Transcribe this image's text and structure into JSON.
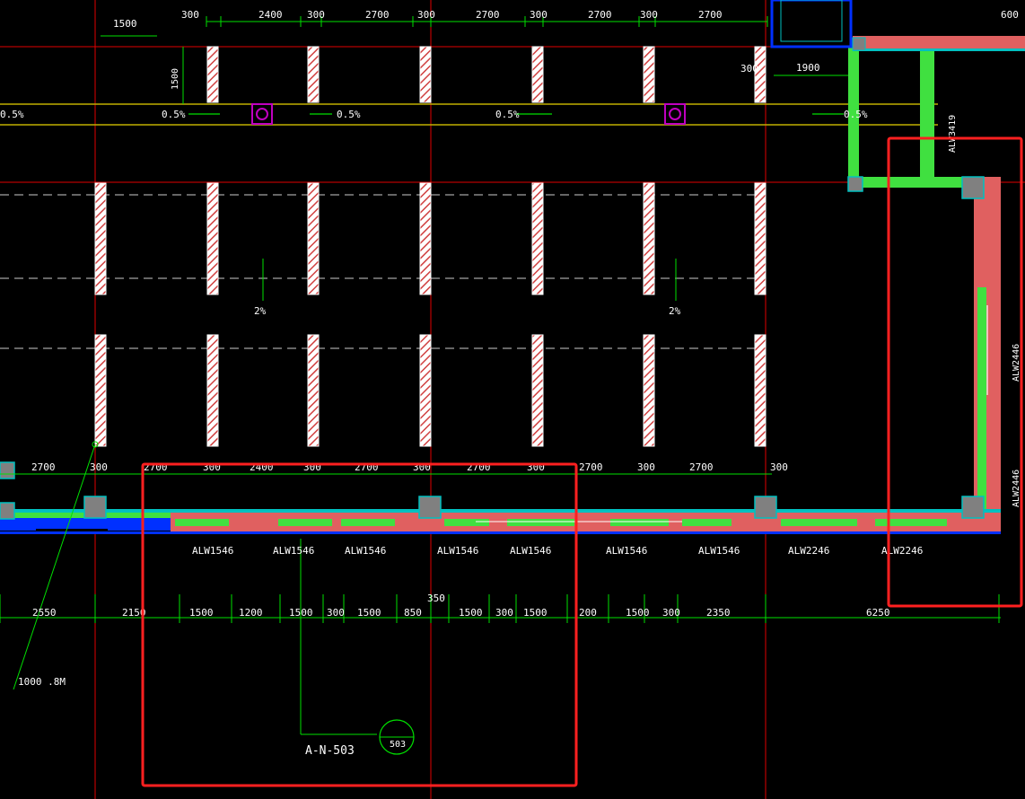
{
  "colors": {
    "background": "#000000",
    "grid": "#e00000",
    "dimension": "#00e000",
    "wall": "#e06060",
    "duct": "#40e040",
    "column": "#808080",
    "columnEdge": "#00c0c0",
    "ditch": "#c0b000",
    "drain": "#c000c0",
    "highlight": "#ff2020",
    "pipe": "#0030ff",
    "text": "#ffffff"
  },
  "topDims": [
    "300",
    "2400",
    "300",
    "2700",
    "300",
    "2700",
    "300",
    "2700",
    "300",
    "2700"
  ],
  "topLeftDim": "1500",
  "topRight": {
    "text1": "600",
    "dim": "1900",
    "note": "300"
  },
  "leftDim": "1500",
  "slopes": [
    "0.5%",
    "0.5%",
    "0.5%",
    "0.5%",
    "0.5%"
  ],
  "floorSlopes": [
    "2%",
    "2%"
  ],
  "bottomDimsUpper": [
    "2700",
    "300",
    "2700",
    "300",
    "2400",
    "300",
    "2700",
    "300",
    "2700",
    "300",
    "2700",
    "300",
    "2700",
    "300"
  ],
  "wallLabels": [
    "ALW1546",
    "ALW1546",
    "ALW1546",
    "ALW1546",
    "ALW1546",
    "ALW1546",
    "ALW1546",
    "ALW2246",
    "ALW2246"
  ],
  "bottomDimsLower": [
    "2550",
    "2150",
    "1500",
    "1200",
    "1500",
    "300",
    "1500",
    "850",
    "350",
    "1500",
    "300",
    "1500",
    "200",
    "1500",
    "300",
    "2350",
    "6250"
  ],
  "sideLabels": [
    "ALW3419",
    "ALW2446",
    "ALW2446"
  ],
  "leaderNote": "1000 .8M",
  "detailRef": {
    "code": "A-N-503",
    "bubble": "503"
  }
}
